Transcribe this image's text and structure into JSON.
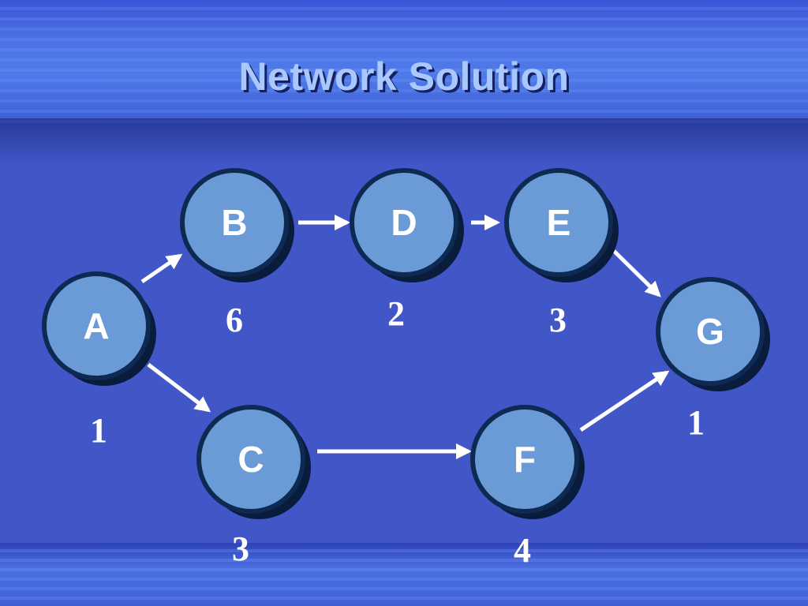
{
  "title": "Network Solution",
  "colors": {
    "node_fill": "#6a9bd6",
    "node_rim": "#0e2a52",
    "node_shadow": "#0a1c3c",
    "edge": "#ffffff",
    "title_text": "#a8c8ff"
  },
  "nodes": [
    {
      "id": "A",
      "label": "A",
      "duration": "1"
    },
    {
      "id": "B",
      "label": "B",
      "duration": "6"
    },
    {
      "id": "C",
      "label": "C",
      "duration": "3"
    },
    {
      "id": "D",
      "label": "D",
      "duration": "2"
    },
    {
      "id": "E",
      "label": "E",
      "duration": "3"
    },
    {
      "id": "F",
      "label": "F",
      "duration": "4"
    },
    {
      "id": "G",
      "label": "G",
      "duration": "1"
    }
  ],
  "edges": [
    {
      "from": "A",
      "to": "B"
    },
    {
      "from": "A",
      "to": "C"
    },
    {
      "from": "B",
      "to": "D"
    },
    {
      "from": "D",
      "to": "E"
    },
    {
      "from": "E",
      "to": "G"
    },
    {
      "from": "C",
      "to": "F"
    },
    {
      "from": "F",
      "to": "G"
    }
  ]
}
